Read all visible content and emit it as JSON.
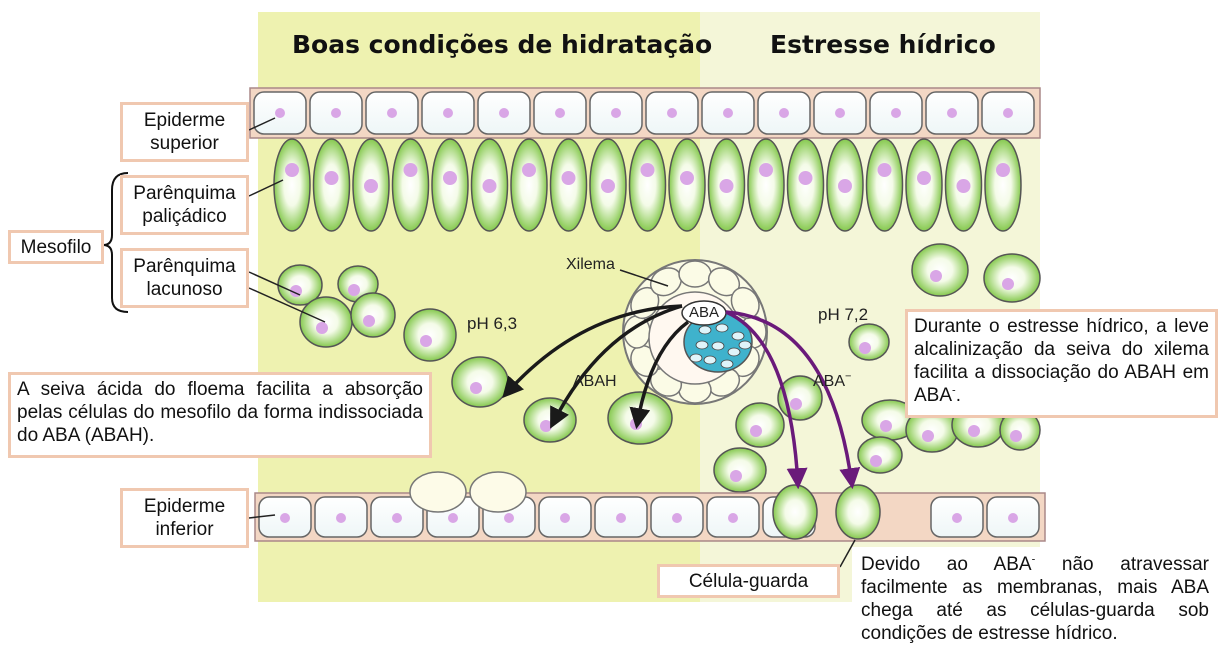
{
  "headers": {
    "left": "Boas condições de hidratação",
    "right": "Estresse hídrico"
  },
  "labels": {
    "epiderme_superior": "Epiderme superior",
    "parenquima_palicadico": "Parênquima paliçádico",
    "parenquima_lacunoso": "Parênquima lacunoso",
    "mesofilo": "Mesofilo",
    "epiderme_inferior": "Epiderme inferior",
    "celula_guarda": "Célula-guarda",
    "xilema": "Xilema",
    "aba": "ABA",
    "abah": "ABAH",
    "aba_minus": "ABA",
    "ph_left": "pH 6,3",
    "ph_right": "pH 7,2"
  },
  "notes": {
    "acid_sap": "A seiva ácida do floema facilita a absorção pelas células do mesofilo da forma indissociada do ABA (ABAH).",
    "stress_1": "Durante o estresse hídrico, a leve alcalinização da seiva do xilema facilita a dissociação do ABAH em ABA",
    "stress_sup": "-",
    "stress_end": ".",
    "guard_1": "Devido ao ABA",
    "guard_sup": "-",
    "guard_2": " não atravessar facilmente as membranas, mais ABA chega até as células-guarda sob condições de estresse hídrico."
  },
  "colors": {
    "hydrated_bg": "#eef2b0",
    "stress_bg": "#f4f6d8",
    "cell_green": "#8fcf5a",
    "nucleus": "#d9a6e6",
    "box_border": "#f0c8b0",
    "arrow_dark": "#1a1a1a",
    "arrow_purple": "#6a1a7a"
  }
}
